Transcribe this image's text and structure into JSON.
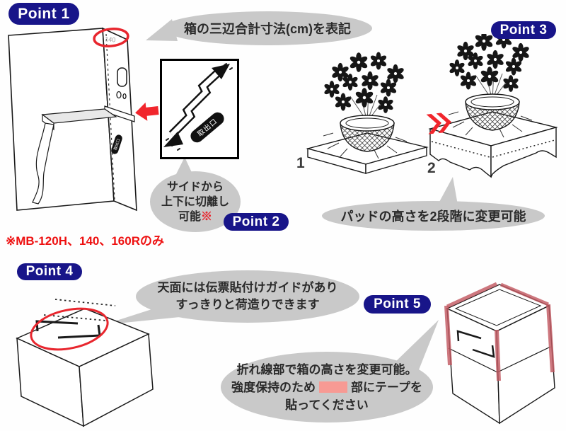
{
  "colors": {
    "badge_bg": "#181589",
    "badge_text": "#ffffff",
    "bubble_bg": "#c9c9c9",
    "accent_red": "#e8262e",
    "footnote_red": "#ee1111",
    "tape_red": "#c25962",
    "swatch_pink": "#f79a94"
  },
  "badges": {
    "p1": "Point 1",
    "p2": "Point 2",
    "p3": "Point 3",
    "p4": "Point 4",
    "p5": "Point 5"
  },
  "bubbles": {
    "size_note": "箱の三辺合計寸法(cm)を表記",
    "side_cut": {
      "line1": "サイドから",
      "line2": "上下に切離し",
      "line3_text": "可能",
      "line3_mark": "※"
    },
    "pad_height": "パッドの高さを2段階に変更可能",
    "top_guide": {
      "line1": "天面には伝票貼付けガイドがあり",
      "line2": "すっきりと荷造りできます"
    },
    "fold_line": {
      "line1": "折れ線部で箱の高さを変更可能。",
      "line2_before": "強度保持のため",
      "line2_after": "部にテープを",
      "line3": "貼ってください"
    }
  },
  "footnote": "※MB-120H、140、160Rのみ",
  "illustrations": {
    "box_size_label": "140",
    "outlet_label": "取出口",
    "pad_step_low": "1",
    "pad_step_high": "2"
  }
}
